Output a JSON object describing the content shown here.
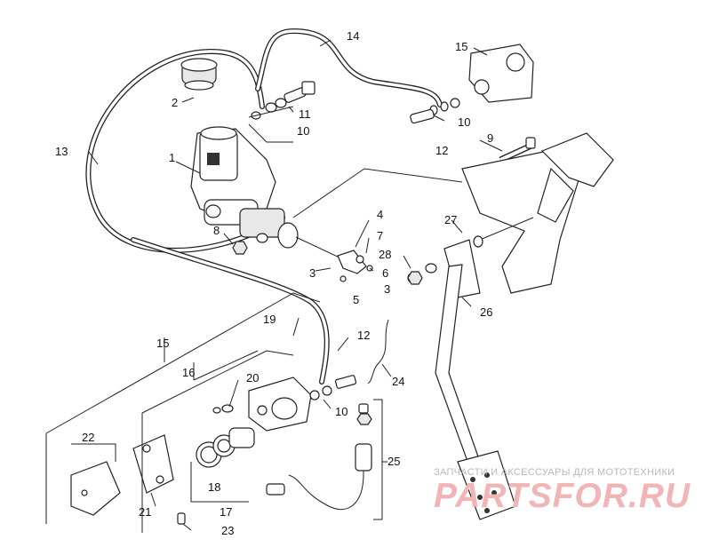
{
  "callouts": {
    "c1": "1",
    "c2": "2",
    "c3a": "3",
    "c3b": "3",
    "c4": "4",
    "c5": "5",
    "c6": "6",
    "c7": "7",
    "c8": "8",
    "c9": "9",
    "c10a": "10",
    "c10b": "10",
    "c10c": "10",
    "c11": "11",
    "c12a": "12",
    "c12b": "12",
    "c13": "13",
    "c14": "14",
    "c15a": "15",
    "c15b": "15",
    "c16": "16",
    "c17": "17",
    "c18": "18",
    "c19": "19",
    "c20": "20",
    "c21": "21",
    "c22": "22",
    "c23": "23",
    "c24": "24",
    "c25": "25",
    "c26": "26",
    "c27": "27",
    "c28": "28"
  },
  "watermark": {
    "line1": "ЗАПЧАСТИ И АКСЕССУАРЫ ДЛЯ МОТОТЕХНИКИ",
    "line2": "PARTSFOR.RU"
  }
}
